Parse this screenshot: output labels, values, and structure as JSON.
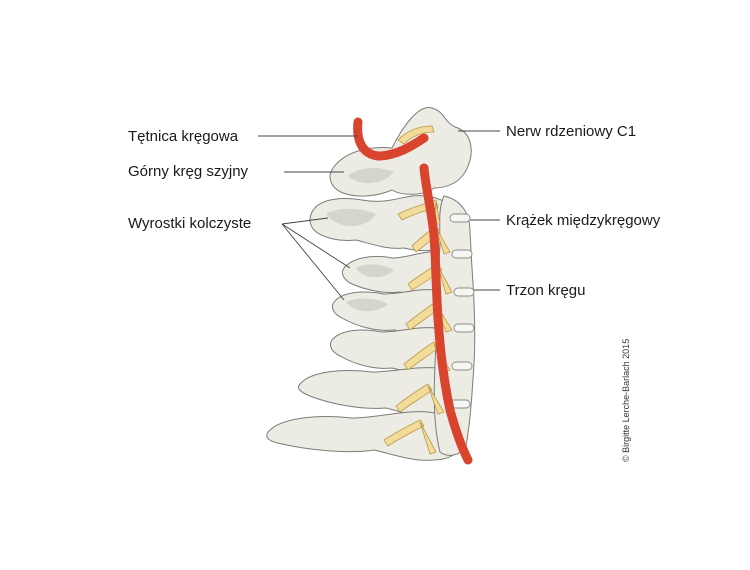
{
  "labels": {
    "vertebral_artery": "Tętnica kręgowa",
    "upper_cervical_vertebra": "Górny kręg szyjny",
    "spinous_processes": "Wyrostki kolczyste",
    "spinal_nerve_c1": "Nerw rdzeniowy C1",
    "intervertebral_disc": "Krążek międzykręgowy",
    "vertebral_body": "Trzon kręgu"
  },
  "credit": "© Birgitte Lerche-Barlach 2015",
  "colors": {
    "bone": "#ecebe4",
    "artery": "#d9442f",
    "nerve": "#f3dc9a"
  }
}
